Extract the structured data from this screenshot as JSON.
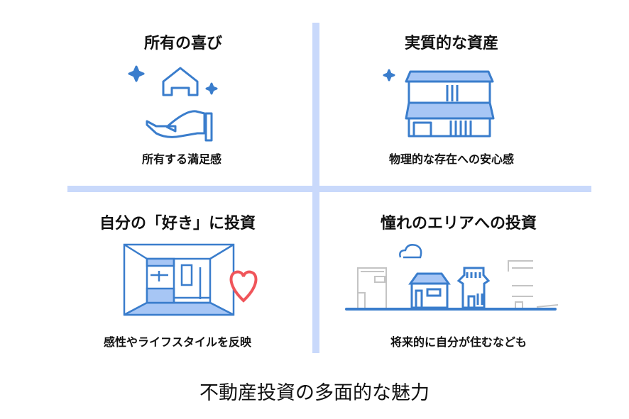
{
  "panels": [
    {
      "title": "所有の喜び",
      "caption": "所有する満足感",
      "icon": "house-in-hand-icon"
    },
    {
      "title": "実質的な資産",
      "caption": "物理的な存在への安心感",
      "icon": "storefront-icon"
    },
    {
      "title": "自分の「好き」に投資",
      "caption": "感性やライフスタイルを反映",
      "icon": "room-with-heart-icon"
    },
    {
      "title": "憧れのエリアへの投資",
      "caption": "将来的に自分が住むなども",
      "icon": "townscape-icon"
    }
  ],
  "main_title": "不動産投資の多面的な魅力",
  "colors": {
    "blue": "#3a7dcc",
    "light_blue": "#a7c6f5",
    "divider": "#c9d9fb",
    "heart": "#f0555a",
    "gray": "#c4c4c4"
  }
}
